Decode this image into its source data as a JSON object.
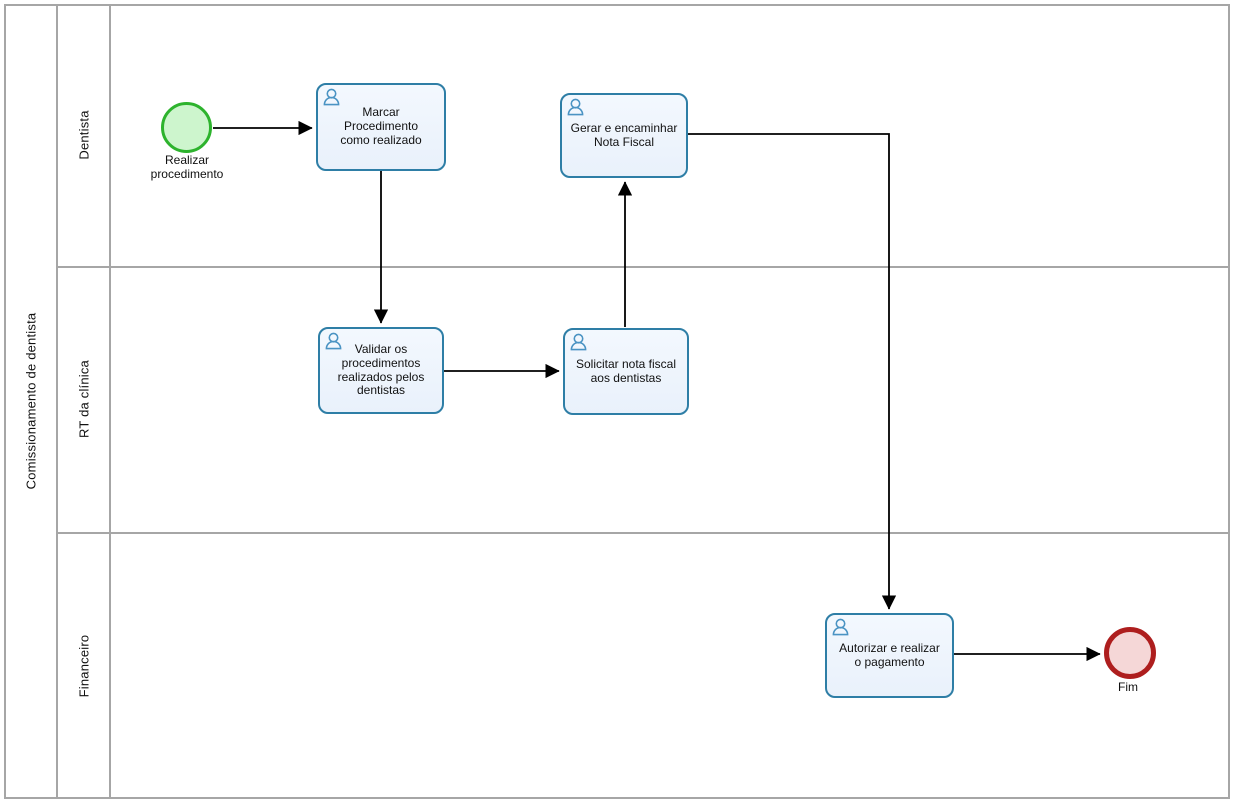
{
  "diagram": {
    "type": "bpmn-process",
    "pool": {
      "name": "Comissionamento de dentista"
    },
    "lanes": [
      {
        "name": "Dentista"
      },
      {
        "name": "RT da clínica"
      },
      {
        "name": "Financeiro"
      }
    ],
    "nodes": {
      "start": {
        "kind": "start-event",
        "label": "Realizar\nprocedimento",
        "lane": "Dentista"
      },
      "marcar": {
        "kind": "user-task",
        "label": "Marcar\nProcedimento\ncomo realizado",
        "lane": "Dentista"
      },
      "gerar": {
        "kind": "user-task",
        "label": "Gerar e encaminhar\nNota Fiscal",
        "lane": "Dentista"
      },
      "validar": {
        "kind": "user-task",
        "label": "Validar os\nprocedimentos\nrealizados pelos\ndentistas",
        "lane": "RT da clínica"
      },
      "solicitar": {
        "kind": "user-task",
        "label": "Solicitar nota fiscal\naos dentistas",
        "lane": "RT da clínica"
      },
      "autorizar": {
        "kind": "user-task",
        "label": "Autorizar e realizar\no pagamento",
        "lane": "Financeiro"
      },
      "end": {
        "kind": "end-event",
        "label": "Fim",
        "lane": "Financeiro"
      }
    },
    "flows": [
      {
        "from": "start",
        "to": "marcar"
      },
      {
        "from": "marcar",
        "to": "validar"
      },
      {
        "from": "validar",
        "to": "solicitar"
      },
      {
        "from": "solicitar",
        "to": "gerar"
      },
      {
        "from": "gerar",
        "to": "autorizar"
      },
      {
        "from": "autorizar",
        "to": "end"
      }
    ],
    "colors": {
      "lane_border": "#a6a6a6",
      "task_border": "#2e7ea6",
      "task_fill": "#eef4fc",
      "person_icon": "#4a93c3",
      "start_border": "#2db32d",
      "start_fill": "#cdf5cd",
      "end_border": "#ae1e1e",
      "end_fill": "#f5d7d7",
      "flow_line": "#000000"
    }
  }
}
